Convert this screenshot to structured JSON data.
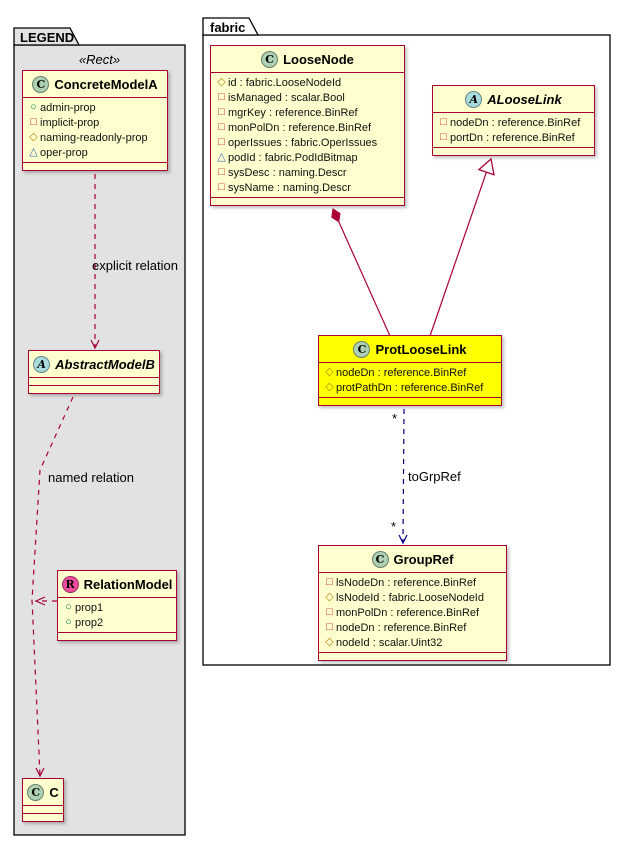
{
  "legend": {
    "title": "LEGEND",
    "stereotype": "«Rect»",
    "concreteModelA": {
      "spot": "C",
      "name": "ConcreteModelA",
      "attrs": [
        {
          "icon": "circle",
          "text": "admin-prop"
        },
        {
          "icon": "square",
          "text": "implicit-prop"
        },
        {
          "icon": "diamond",
          "text": "naming-readonly-prop"
        },
        {
          "icon": "triangle",
          "text": "oper-prop"
        }
      ]
    },
    "abstractModelB": {
      "spot": "A",
      "name": "AbstractModelB"
    },
    "relationModel": {
      "spot": "R",
      "name": "RelationModel",
      "attrs": [
        {
          "icon": "circle",
          "text": "prop1"
        },
        {
          "icon": "circle",
          "text": "prop2"
        }
      ]
    },
    "classC": {
      "spot": "C",
      "name": "C"
    },
    "labels": {
      "explicit": "explicit relation",
      "named": "named relation"
    }
  },
  "fabric": {
    "title": "fabric",
    "looseNode": {
      "spot": "C",
      "name": "LooseNode",
      "attrs": [
        {
          "icon": "diamond",
          "text": "id : fabric.LooseNodeId"
        },
        {
          "icon": "square",
          "text": "isManaged : scalar.Bool"
        },
        {
          "icon": "square",
          "text": "mgrKey : reference.BinRef"
        },
        {
          "icon": "square",
          "text": "monPolDn : reference.BinRef"
        },
        {
          "icon": "square",
          "text": "operIssues : fabric.OperIssues"
        },
        {
          "icon": "triangle",
          "text": "podId : fabric.PodIdBitmap"
        },
        {
          "icon": "square",
          "text": "sysDesc : naming.Descr"
        },
        {
          "icon": "square",
          "text": "sysName : naming.Descr"
        }
      ]
    },
    "aLooseLink": {
      "spot": "A",
      "name": "ALooseLink",
      "attrs": [
        {
          "icon": "square",
          "text": "nodeDn : reference.BinRef"
        },
        {
          "icon": "square",
          "text": "portDn : reference.BinRef"
        }
      ]
    },
    "protLooseLink": {
      "spot": "C",
      "name": "ProtLooseLink",
      "attrs": [
        {
          "icon": "diamond",
          "text": "nodeDn : reference.BinRef"
        },
        {
          "icon": "diamond",
          "text": "protPathDn : reference.BinRef"
        }
      ]
    },
    "groupRef": {
      "spot": "C",
      "name": "GroupRef",
      "attrs": [
        {
          "icon": "square",
          "text": "lsNodeDn : reference.BinRef"
        },
        {
          "icon": "diamond",
          "text": "lsNodeId : fabric.LooseNodeId"
        },
        {
          "icon": "square",
          "text": "monPolDn : reference.BinRef"
        },
        {
          "icon": "square",
          "text": "nodeDn : reference.BinRef"
        },
        {
          "icon": "diamond",
          "text": "nodeId : scalar.Uint32"
        }
      ]
    },
    "labels": {
      "toGrpRef": "toGrpRef",
      "multiplicity_source": "*",
      "multiplicity_target": "*"
    }
  },
  "colors": {
    "class_border": "#A80036",
    "class_bg": "#FEFECE",
    "highlight_bg": "#FFFF00",
    "legend_package_bg": "#E2E2E2",
    "spot_class_bg": "#ADD1B2",
    "spot_abstract_bg": "#A9DCDF",
    "spot_relation_bg": "#F24D9E",
    "relation_line": "#A80036",
    "dependency_line": "#000082"
  }
}
